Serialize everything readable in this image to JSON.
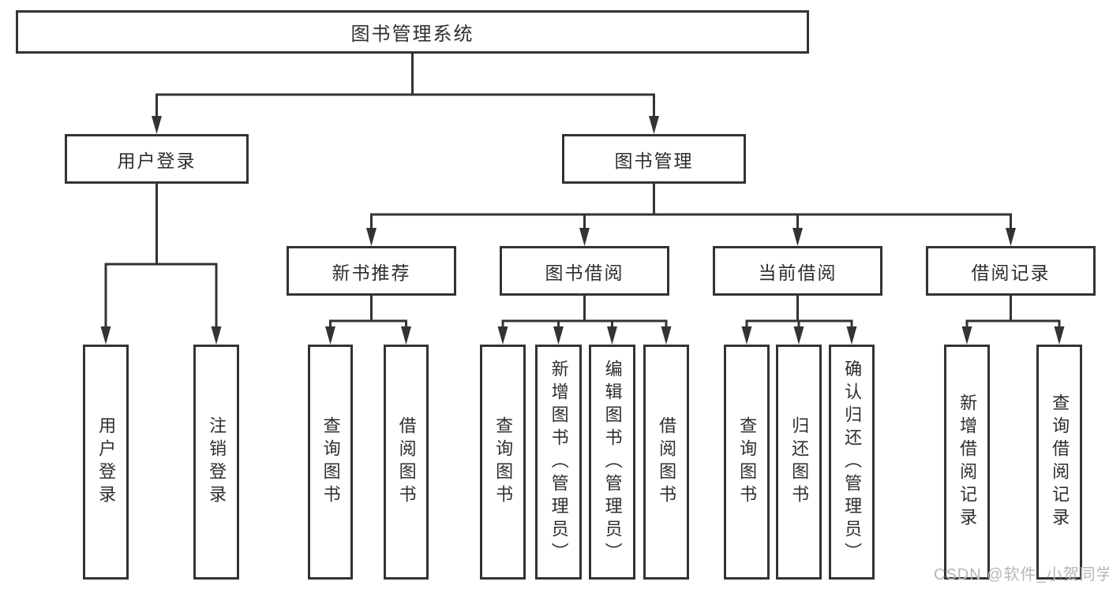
{
  "diagram": {
    "root": {
      "label": "图书管理系统"
    },
    "branches": [
      {
        "label": "用户登录",
        "children": [
          {
            "label": "用户登录"
          },
          {
            "label": "注销登录"
          }
        ]
      },
      {
        "label": "图书管理",
        "children": [
          {
            "label": "新书推荐",
            "children": [
              {
                "label": "查询图书"
              },
              {
                "label": "借阅图书"
              }
            ]
          },
          {
            "label": "图书借阅",
            "children": [
              {
                "label": "查询图书"
              },
              {
                "label": "新增图书（管理员）"
              },
              {
                "label": "编辑图书（管理员）"
              },
              {
                "label": "借阅图书"
              }
            ]
          },
          {
            "label": "当前借阅",
            "children": [
              {
                "label": "查询图书"
              },
              {
                "label": "归还图书"
              },
              {
                "label": "确认归还（管理员）"
              }
            ]
          },
          {
            "label": "借阅记录",
            "children": [
              {
                "label": "新增借阅记录"
              },
              {
                "label": "查询借阅记录"
              }
            ]
          }
        ]
      }
    ],
    "watermark": "CSDN @软件_小贺同学",
    "colors": {
      "line": "#333333",
      "text": "#2e2e2e",
      "background": "#ffffff",
      "watermark": "#b7b7b7"
    }
  }
}
